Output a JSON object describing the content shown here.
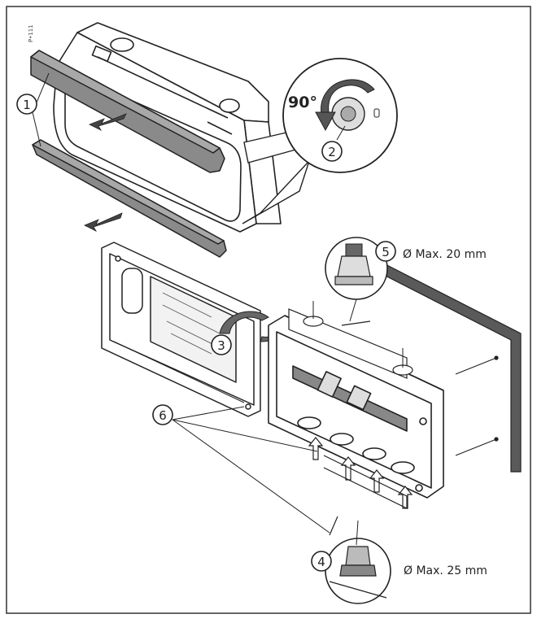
{
  "figure": {
    "side_code": "P•111",
    "callouts": {
      "c1": "1",
      "c2": "2",
      "c3": "3",
      "c4": "4",
      "c5": "5",
      "c6": "6"
    },
    "rotation_label": "90°",
    "gland_top_spec": "Ø Max. 20 mm",
    "gland_bottom_spec": "Ø Max. 25 mm"
  },
  "colors": {
    "frame": "#333333",
    "line": "#222222",
    "cover_strip": "#8a8a8a",
    "wall": "#5a5a5a",
    "arrow": "#444444"
  }
}
